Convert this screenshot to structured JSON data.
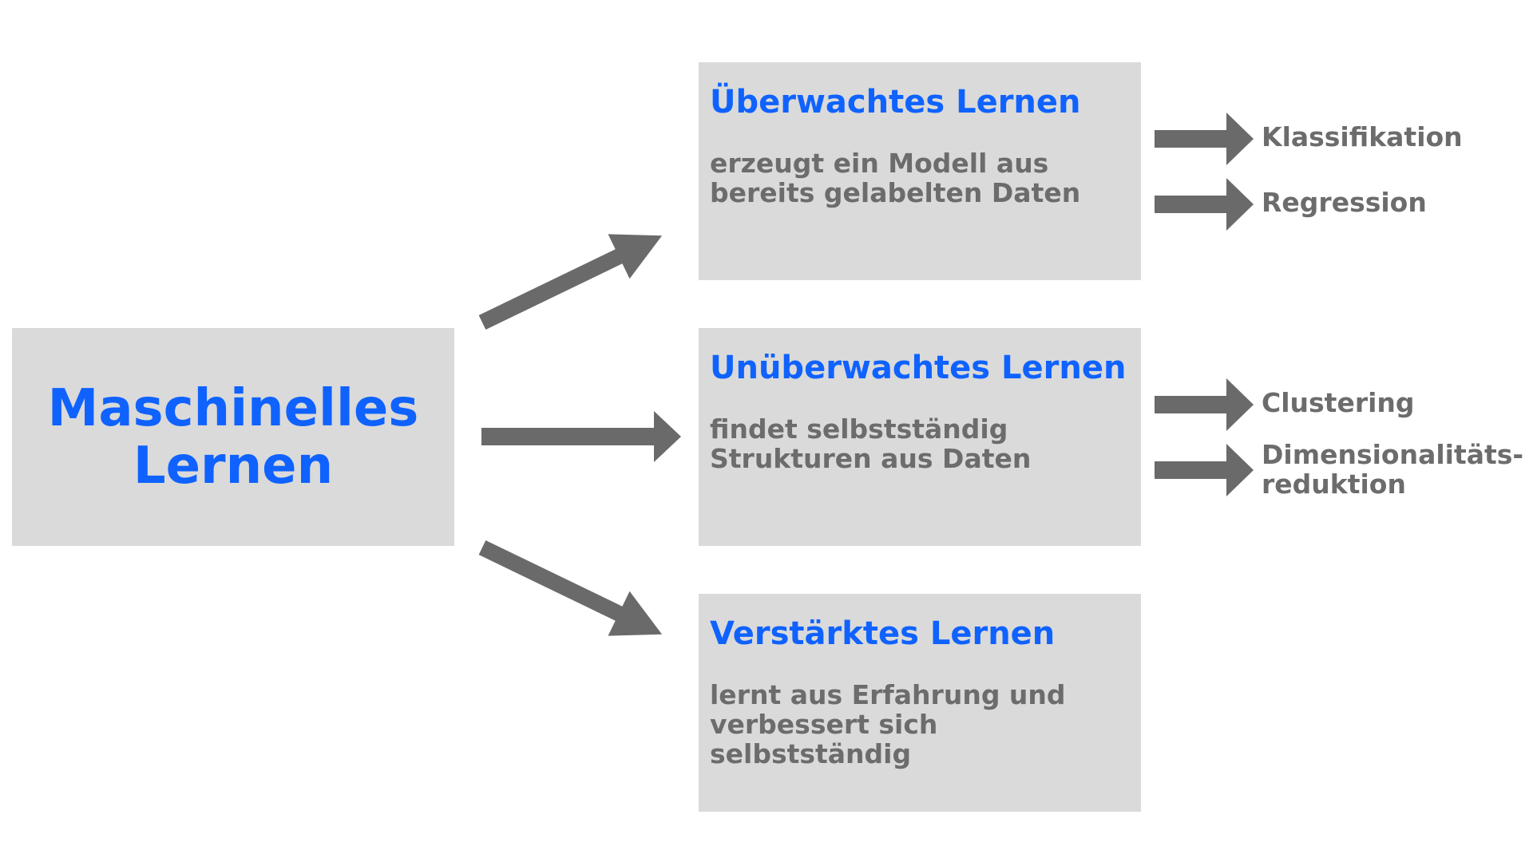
{
  "colors": {
    "accent": "#0f62fe",
    "box_fill": "#dadada",
    "text_gray": "#6c6c6c",
    "arrow_gray": "#6a6a6a"
  },
  "main": {
    "title": "Maschinelles\nLernen"
  },
  "categories": [
    {
      "title": "Überwachtes Lernen",
      "description": "erzeugt ein Modell aus\nbereits gelabelten Daten",
      "subtypes": [
        "Klassifikation",
        "Regression"
      ]
    },
    {
      "title": "Unüberwachtes Lernen",
      "description": "findet selbstständig\nStrukturen aus Daten",
      "subtypes": [
        "Clustering",
        "Dimensionalitäts-\nreduktion"
      ]
    },
    {
      "title": "Verstärktes Lernen",
      "description": "lernt aus Erfahrung und\nverbessert sich selbstständig",
      "subtypes": []
    }
  ]
}
